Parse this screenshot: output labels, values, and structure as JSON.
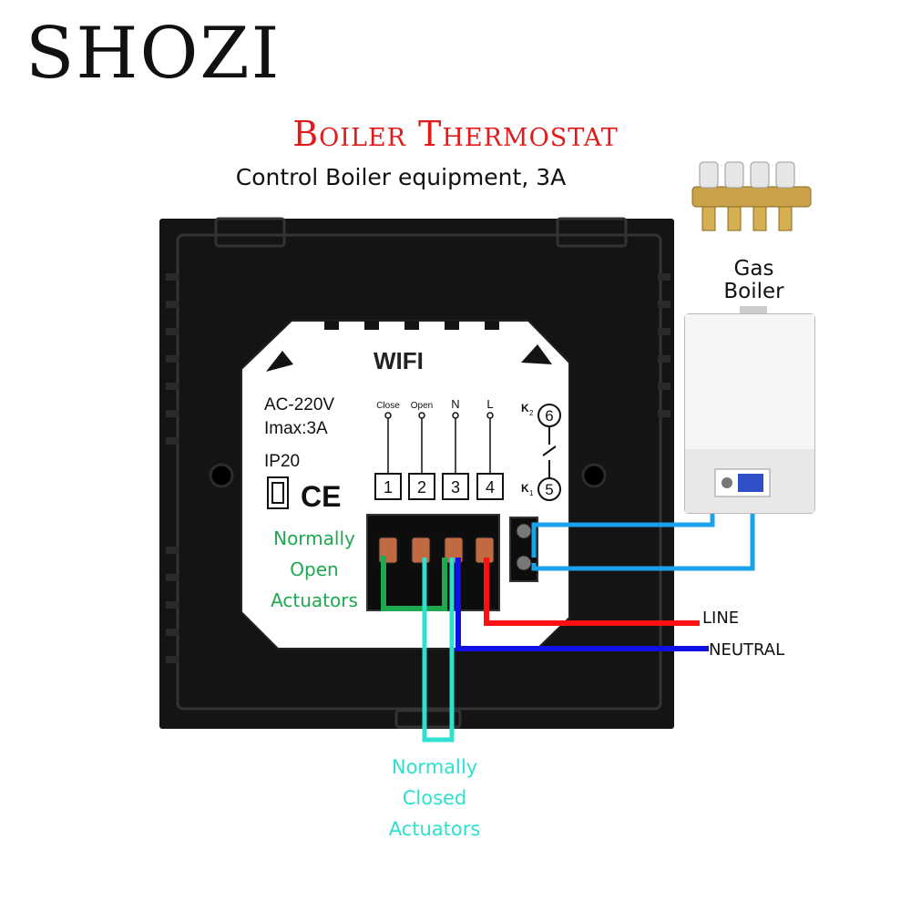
{
  "brand": {
    "logo_text": "SHOZI"
  },
  "header": {
    "title": "Boiler Thermostat",
    "subtitle": "Control Boiler equipment, 3A"
  },
  "device": {
    "wifi_label": "WIFI",
    "voltage": "AC-220V",
    "imax": "Imax:3A",
    "ip_rating": "IP20",
    "ce_mark": "CE",
    "terminal_labels": [
      "Close",
      "Open",
      "N",
      "L"
    ],
    "terminal_numbers": [
      "1",
      "2",
      "3",
      "4"
    ],
    "relay_labels": {
      "k2": "K",
      "k2_sub": "2",
      "k1": "K",
      "k1_sub": "1",
      "k2_num": "6",
      "k1_num": "5"
    }
  },
  "boiler": {
    "label_line1": "Gas",
    "label_line2": "Boiler"
  },
  "labels": {
    "normally_open": [
      "Normally",
      "Open",
      "Actuators"
    ],
    "normally_closed": [
      "Normally",
      "Closed",
      "Actuators"
    ],
    "line": "LINE",
    "neutral": "NEUTRAL"
  },
  "colors": {
    "title_red": "#e11b1b",
    "line_wire": "#ff1010",
    "neutral_wire": "#1010e6",
    "open_wire": "#1ea84f",
    "closed_wire": "#2de0cf",
    "boiler_wire": "#1aa3e8",
    "panel": "#141414"
  }
}
